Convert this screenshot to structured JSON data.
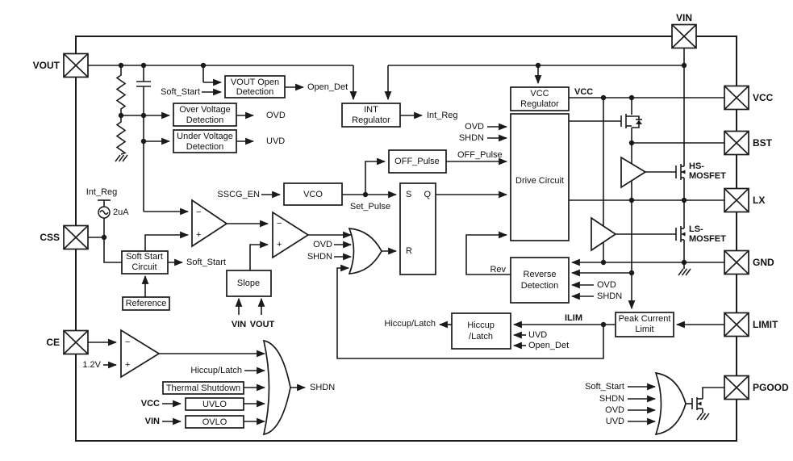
{
  "colors": {
    "line": "#1a1a1a",
    "background": "#ffffff"
  },
  "pins": {
    "vout": "VOUT",
    "css": "CSS",
    "ce": "CE",
    "vin": "VIN",
    "vcc": "VCC",
    "bst": "BST",
    "lx": "LX",
    "gnd": "GND",
    "limit": "LIMIT",
    "pgood": "PGOOD"
  },
  "blocks": {
    "vout_open_detection": [
      "VOUT Open",
      "Detection"
    ],
    "over_voltage_detection": [
      "Over Voltage",
      "Detection"
    ],
    "under_voltage_detection": [
      "Under Voltage",
      "Detection"
    ],
    "int_regulator": [
      "INT",
      "Regulator"
    ],
    "vcc_regulator": [
      "VCC",
      "Regulator"
    ],
    "drive_circuit": "Drive Circuit",
    "off_pulse": "OFF_Pulse",
    "vco": "VCO",
    "soft_start_circuit": [
      "Soft Start",
      "Circuit"
    ],
    "reference": "Reference",
    "slope": "Slope",
    "reverse_detection": [
      "Reverse",
      "Detection"
    ],
    "hiccup_latch": [
      "Hiccup",
      "/Latch"
    ],
    "peak_current_limit": [
      "Peak Current",
      "Limit"
    ],
    "thermal_shutdown": "Thermal Shutdown",
    "uvlo": "UVLO",
    "ovlo": "OVLO"
  },
  "latch": {
    "s": "S",
    "q": "Q",
    "r": "R"
  },
  "signals": {
    "soft_start": "Soft_Start",
    "open_det": "Open_Det",
    "ovd": "OVD",
    "uvd": "UVD",
    "int_reg": "Int_Reg",
    "vcc": "VCC",
    "vin": "VIN",
    "vout": "VOUT",
    "sscg_en": "SSCG_EN",
    "set_pulse": "Set_Pulse",
    "off_pulse": "OFF_Pulse",
    "shdn": "SHDN",
    "rev": "Rev",
    "ilim": "ILIM",
    "hiccup_latch": "Hiccup/Latch",
    "v_ref": "1.2V",
    "bias_current": "2uA",
    "plus": "+",
    "minus": "−"
  },
  "mosfets": {
    "hs": [
      "HS-",
      "MOSFET"
    ],
    "ls": [
      "LS-",
      "MOSFET"
    ]
  }
}
